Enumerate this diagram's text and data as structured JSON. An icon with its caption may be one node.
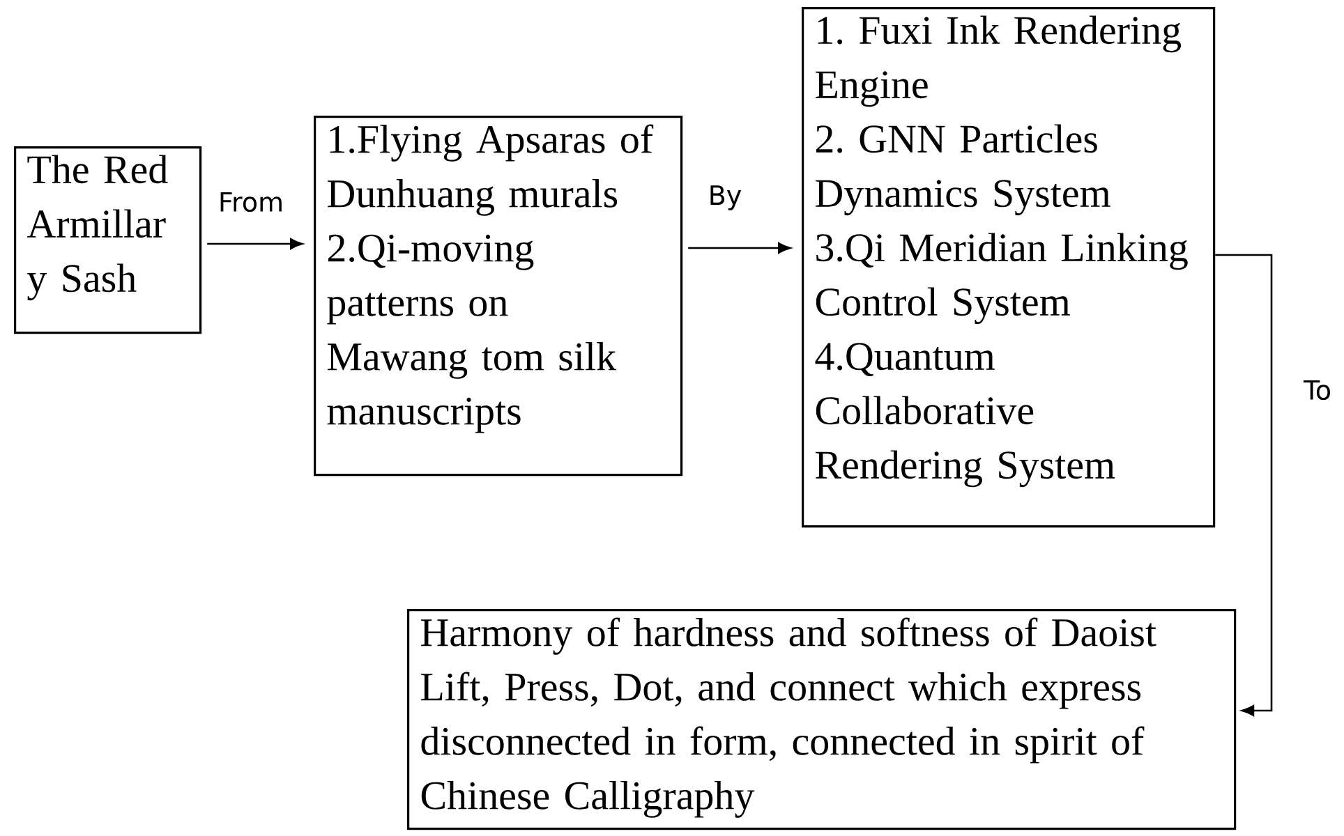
{
  "diagram": {
    "nodes": [
      {
        "text": [
          "The Red Armillar y Sash"
        ]
      },
      {
        "text": [
          "1.Flying Apsaras of Dunhuang murals",
          "2.Qi-moving patterns on Mawang tom silk manuscripts"
        ]
      },
      {
        "text": [
          "1. Fuxi Ink Rendering Engine",
          "2. GNN Particles Dynamics System",
          "3.Qi Meridian Linking Control System",
          "4.Quantum Collaborative Rendering System"
        ]
      },
      {
        "text": [
          "Harmony of hardness and softness of Daoist Lift, Press, Dot, and connect which express disconnected in form, connected in spirit of Chinese Calligraphy"
        ]
      }
    ],
    "edges": [
      {
        "from": 0,
        "to": 1,
        "arrow": "to",
        "label": "From"
      },
      {
        "from": 1,
        "to": 2,
        "arrow": "to",
        "label": "By"
      },
      {
        "from": 2,
        "to": 3,
        "arrow": "to",
        "label": "To"
      }
    ]
  }
}
